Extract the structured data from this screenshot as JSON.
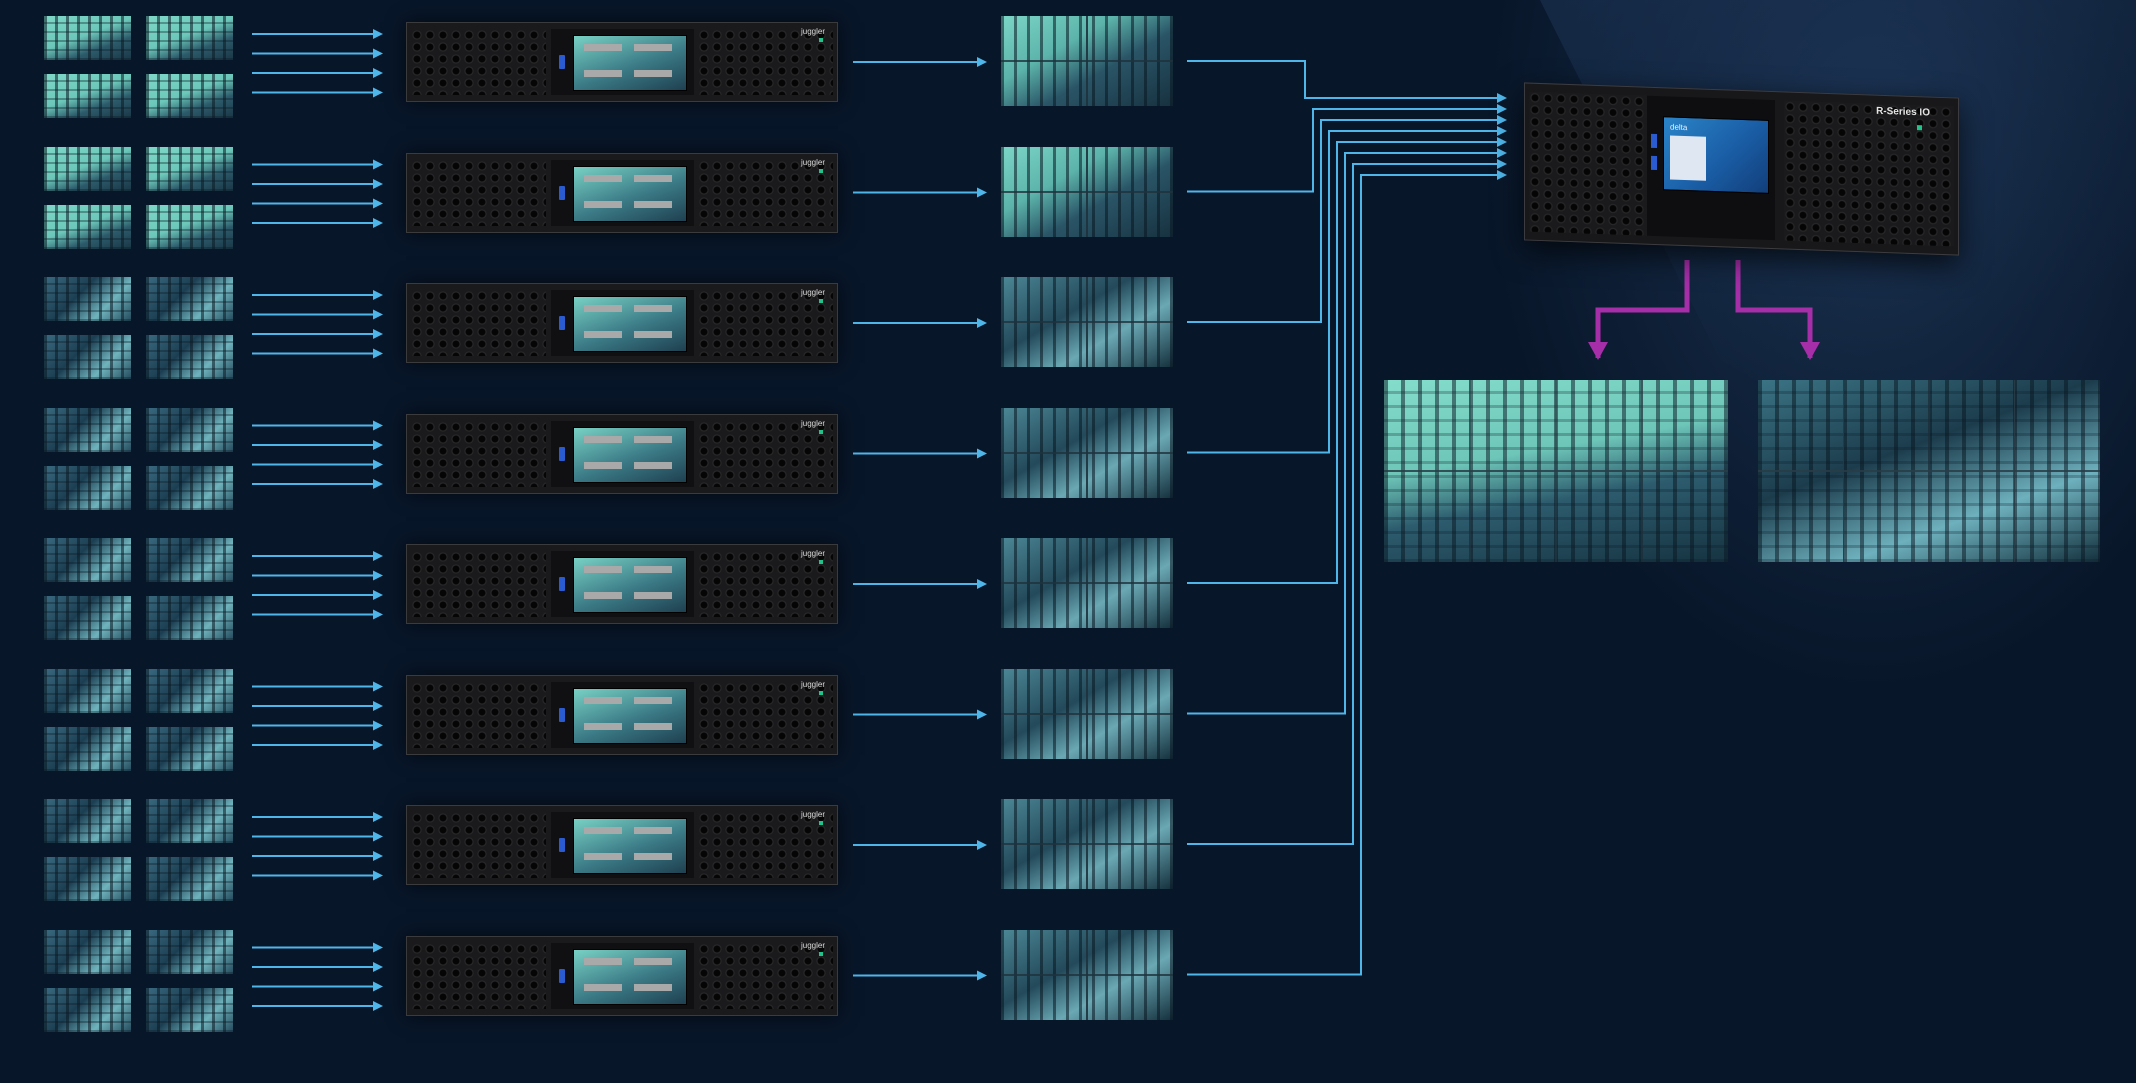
{
  "rows": 8,
  "unit_brand": "juggler",
  "main_device": {
    "brand": "R-Series IO",
    "screen_logo": "delta"
  },
  "colors": {
    "background": "#081629",
    "signal_arrow": "#4fb6ea",
    "distribution_arrow": "#a62ea8"
  },
  "icons": [
    "arrow-right-icon",
    "arrow-down-icon",
    "usb-port-icon",
    "status-led-icon"
  ]
}
